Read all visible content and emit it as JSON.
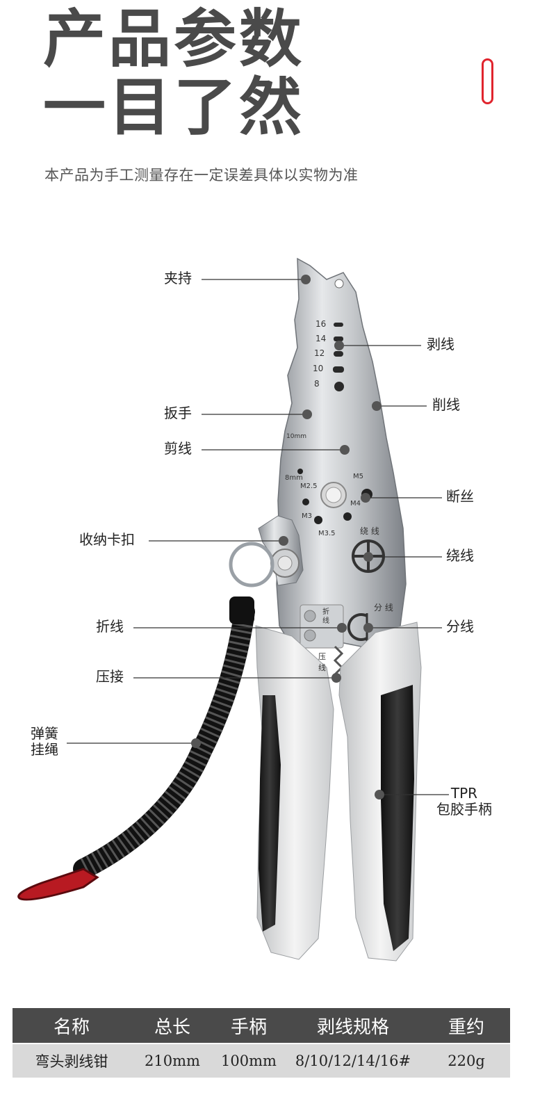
{
  "header": {
    "line1": "产品参数",
    "line2": "一目了然",
    "note": "本产品为手工测量存在一定误差具体以实物为准"
  },
  "colors": {
    "accent": "#e0242d",
    "headline": "#4a4a4a",
    "table_head": "#4a4a4a",
    "table_body": "#d9d9d9"
  },
  "tool_markings": {
    "gauge": [
      "16",
      "14",
      "12",
      "10",
      "8"
    ],
    "wrench_size": "10mm",
    "hole_8mm": "8mm",
    "m25": "M2.5",
    "m3": "M3",
    "m35": "M3.5",
    "m4": "M4",
    "m5": "M5",
    "wind": "绕 线",
    "split": "分 线",
    "fold_1": "折",
    "fold_2": "线",
    "press_1": "压",
    "press_2": "线"
  },
  "callouts": {
    "clamp": "夹持",
    "strip": "剥线",
    "shave": "削线",
    "wrench": "扳手",
    "cut": "剪线",
    "break": "断丝",
    "storage": "收纳卡扣",
    "wind": "绕线",
    "fold": "折线",
    "split": "分线",
    "crimp": "压接",
    "lanyard_1": "弹簧",
    "lanyard_2": "挂绳",
    "grip_1": "TPR",
    "grip_2": "包胶手柄"
  },
  "spec_table": {
    "headers": [
      "名称",
      "总长",
      "手柄",
      "剥线规格",
      "重约"
    ],
    "row": [
      "弯头剥线钳",
      "210mm",
      "100mm",
      "8/10/12/14/16#",
      "220g"
    ]
  }
}
